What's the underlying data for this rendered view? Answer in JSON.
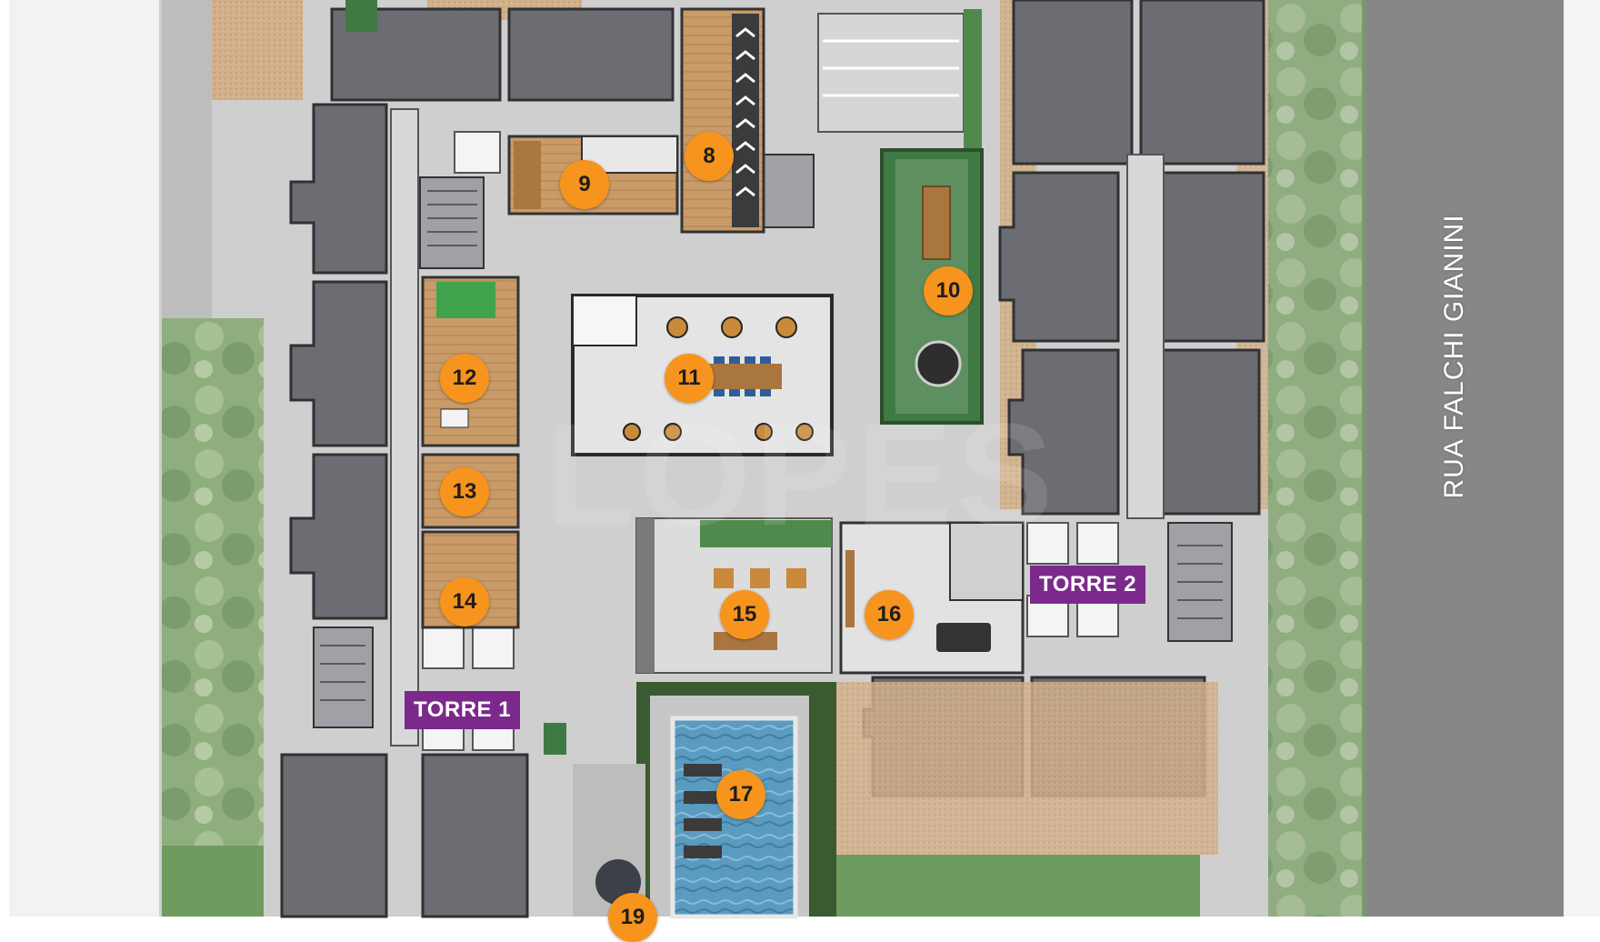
{
  "street": {
    "name": "RUA FALCHI GIANINI"
  },
  "towers": {
    "t1": "TORRE 1",
    "t2": "TORRE 2"
  },
  "markers": {
    "m8": "8",
    "m9": "9",
    "m10": "10",
    "m11": "11",
    "m12": "12",
    "m13": "13",
    "m14": "14",
    "m15": "15",
    "m16": "16",
    "m17": "17",
    "m19": "19"
  },
  "colors": {
    "marker": "#f7941d",
    "tower_label": "#7b2a8c",
    "building": "#6b6d72",
    "paving": "#c9c9c9",
    "lawn": "#4f8a4c",
    "pool": "#4f8fb0",
    "deck": "#c49462"
  }
}
